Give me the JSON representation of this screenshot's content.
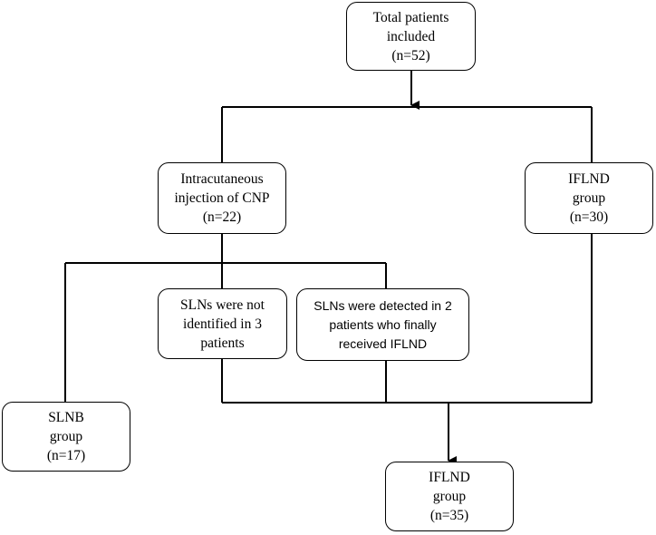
{
  "boxes": {
    "total": {
      "lines": [
        "Total patients",
        "included",
        "(n=52)"
      ]
    },
    "injection": {
      "lines": [
        "Intracutaneous",
        "injection of CNP",
        "(n=22)"
      ]
    },
    "iflnd_group_initial": {
      "lines": [
        "IFLND",
        "group",
        "(n=30)"
      ]
    },
    "sln_not_identified": {
      "lines": [
        "SLNs were not",
        "identified in 3",
        "patients"
      ]
    },
    "sln_detected": {
      "lines": [
        "SLNs were detected in 2",
        "patients who finally",
        "received IFLND"
      ]
    },
    "slnb_group": {
      "lines": [
        "SLNB",
        "group",
        "(n=17)"
      ]
    },
    "iflnd_group_final": {
      "lines": [
        "IFLND",
        "group",
        "(n=35)"
      ]
    }
  },
  "colors": {
    "line": "#000000",
    "box_border": "#000000",
    "background": "#ffffff"
  }
}
